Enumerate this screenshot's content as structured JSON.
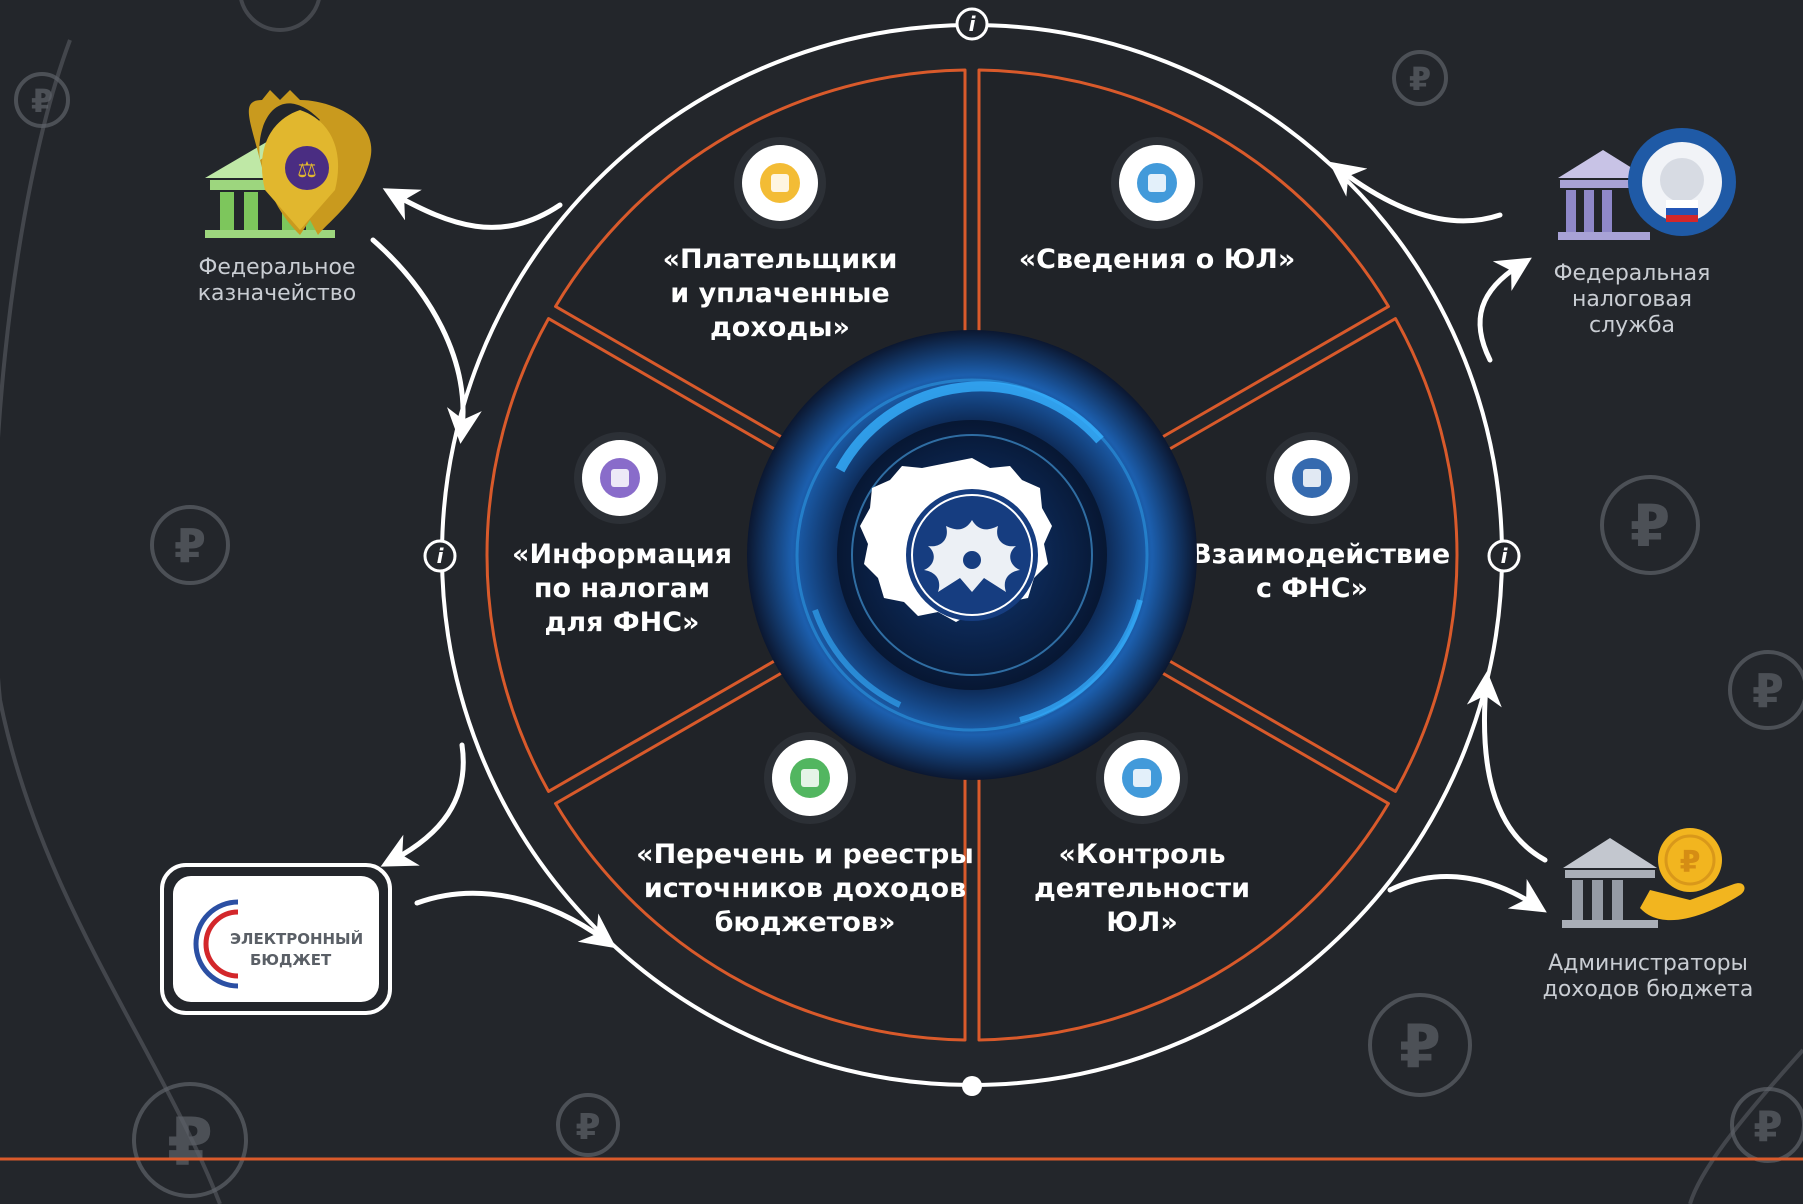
{
  "segments": [
    {
      "id": "payers",
      "icon": "payer-coin-icon",
      "lines": [
        "«Плательщики",
        "и уплаченные",
        "доходы»"
      ]
    },
    {
      "id": "ul-info",
      "icon": "documents-folder-icon",
      "lines": [
        "«Сведения о ЮЛ»"
      ]
    },
    {
      "id": "fns-interaction",
      "icon": "fns-emblem-gear-icon",
      "lines": [
        "«Взаимодействие",
        "с ФНС»"
      ]
    },
    {
      "id": "ul-control",
      "icon": "inspector-magnifier-icon",
      "lines": [
        "«Контроль",
        "деятельности",
        "ЮЛ»"
      ]
    },
    {
      "id": "revenue-registers",
      "icon": "ruble-banknote-icon",
      "lines": [
        "«Перечень и реестры",
        "источников доходов",
        "бюджетов»"
      ]
    },
    {
      "id": "tax-info",
      "icon": "tax-report-chart-icon",
      "lines": [
        "«Информация",
        "по налогам",
        "для ФНС»"
      ]
    }
  ],
  "entities": {
    "treasury": {
      "icon": "treasury-eagle-building-icon",
      "lines": [
        "Федеральное",
        "казначейство"
      ]
    },
    "fns": {
      "icon": "fns-building-seal-icon",
      "lines": [
        "Федеральная",
        "налоговая",
        "служба"
      ]
    },
    "admins": {
      "icon": "bank-hand-coin-icon",
      "lines": [
        "Администраторы",
        "доходов бюджета"
      ]
    },
    "ebudget": {
      "icon": "electronic-budget-logo",
      "lines": [
        "ЭЛЕКТРОННЫЙ",
        "БЮДЖЕТ"
      ]
    }
  },
  "center": {
    "icon": "bank-of-russia-emblem-icon"
  },
  "info_markers": [
    "info-icon-top",
    "info-icon-left",
    "info-icon-right"
  ],
  "colors": {
    "background": "#23262b",
    "segment_border": "#d95a2b",
    "ring": "#ffffff",
    "glow": "#2a8fd8",
    "bottom_line": "#d95a2b"
  }
}
